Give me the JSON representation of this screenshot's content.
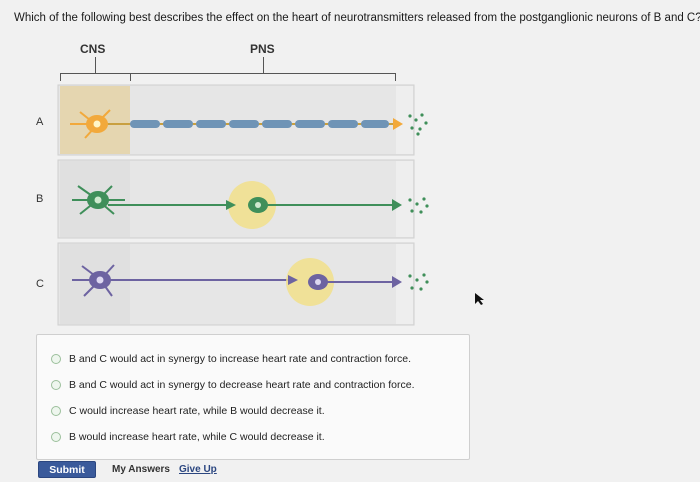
{
  "question": "Which of the following best describes the effect on the heart of neurotransmitters released from the postganglionic neurons of B and C?",
  "regions": {
    "cns": "CNS",
    "pns": "PNS"
  },
  "rows": [
    {
      "label": "A"
    },
    {
      "label": "B"
    },
    {
      "label": "C"
    }
  ],
  "options": [
    "B and C would act in synergy to increase heart rate and contraction force.",
    "B and C would act in synergy to decrease heart rate and contraction force.",
    "C would increase heart rate, while B would decrease it.",
    "B would increase heart rate, while C would decrease it."
  ],
  "buttons": {
    "submit": "Submit",
    "my_answers": "My Answers",
    "give_up": "Give Up"
  },
  "colors": {
    "cns_zone": "#e5d6b0",
    "ganglion_glow": "#f1df8a",
    "neuron_a": "#f2a93b",
    "neuron_b": "#3f8f5a",
    "neuron_c": "#6d63a1",
    "myelin": "#6f94b6",
    "button": "#3a5a9b"
  }
}
